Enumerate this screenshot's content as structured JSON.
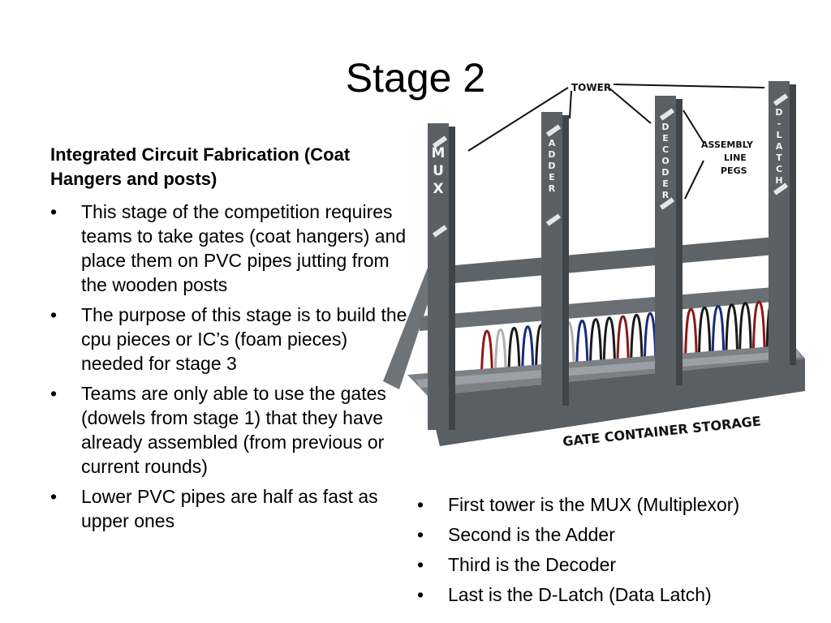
{
  "slide": {
    "title": "Stage 2",
    "subheading": "Integrated Circuit Fabrication (Coat Hangers and posts)",
    "left_bullets": [
      "This stage of the competition requires teams to take gates (coat hangers) and place them on PVC pipes jutting from the wooden posts",
      "The purpose of this stage is to build the cpu pieces or IC’s (foam pieces) needed for stage 3",
      "Teams are only able to use the gates (dowels from stage 1) that they have already assembled (from previous or current rounds)",
      "Lower PVC pipes are half as fast as upper ones"
    ],
    "right_bullets": [
      "First tower is the MUX (Multiplexor)",
      "Second is the Adder",
      "Third is the Decoder",
      "Last is the D-Latch (Data Latch)"
    ]
  },
  "figure": {
    "label_tower": "TOWER",
    "label_assembly_line": "ASSEMBLY",
    "label_assembly_line_2": "LINE",
    "label_assembly_line_3": "PEGS",
    "label_storage": "GATE CONTAINER STORAGE",
    "posts": [
      {
        "letters": [
          "M",
          "U",
          "X"
        ]
      },
      {
        "letters": [
          "A",
          "D",
          "D",
          "E",
          "R"
        ]
      },
      {
        "letters": [
          "D",
          "E",
          "C",
          "O",
          "D",
          "E",
          "R"
        ]
      },
      {
        "letters": [
          "D",
          "-",
          "L",
          "A",
          "T",
          "C",
          "H"
        ]
      }
    ],
    "hanger_colors": [
      "#8a1a1a",
      "#b0b0b0",
      "#1a1a1a",
      "#1c2a7a",
      "#1a1a1a",
      "#8a1a1a",
      "#b0b0b0",
      "#1c2a7a",
      "#1a1a1a",
      "#1a1a1a",
      "#8a1a1a",
      "#1a1a1a",
      "#1c2a7a",
      "#1a1a1a",
      "#b0b0b0",
      "#8a1a1a",
      "#1a1a1a",
      "#1c2a7a",
      "#1a1a1a",
      "#1a1a1a",
      "#8a1a1a",
      "#1a1a1a"
    ]
  }
}
